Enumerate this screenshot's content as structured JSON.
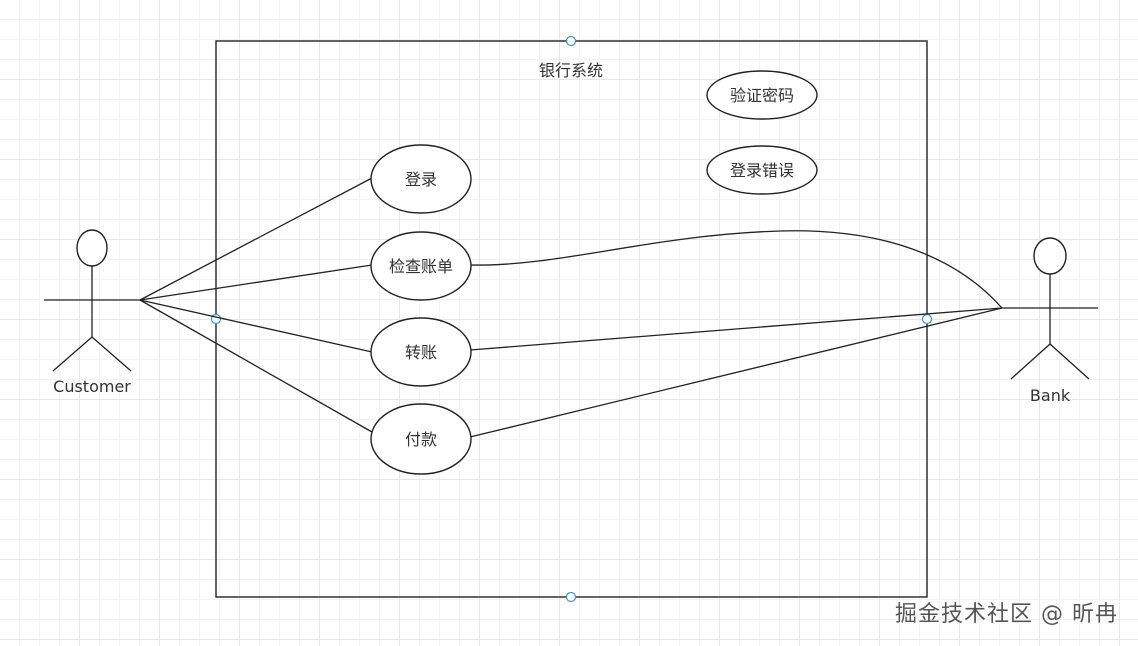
{
  "system": {
    "title": "银行系统"
  },
  "actors": {
    "customer": {
      "label": "Customer"
    },
    "bank": {
      "label": "Bank"
    }
  },
  "use_cases": {
    "login": {
      "label": "登录"
    },
    "check_bill": {
      "label": "检查账单"
    },
    "transfer": {
      "label": "转账"
    },
    "payment": {
      "label": "付款"
    },
    "verify_password": {
      "label": "验证密码"
    },
    "login_error": {
      "label": "登录错误"
    }
  },
  "watermark": {
    "text": "掘金技术社区 @ 昕冉"
  }
}
